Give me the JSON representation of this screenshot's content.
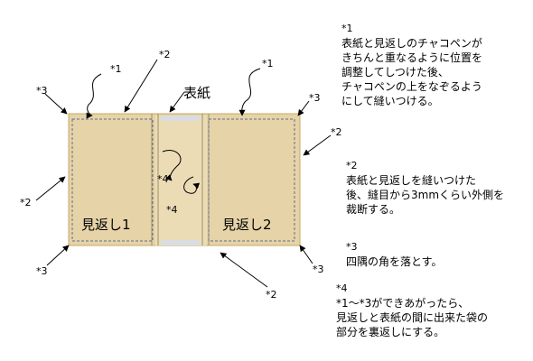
{
  "diagram": {
    "panel_left_label": "見返し1",
    "panel_right_label": "見返し2",
    "center_label": "表紙",
    "markers": {
      "m1": "*1",
      "m2": "*2",
      "m3": "*3",
      "m4": "*4"
    }
  },
  "notes": [
    {
      "marker": "*1",
      "lines": [
        "表紙と見返しのチャコペンが",
        "きちんと重なるように位置を",
        "調整してしつけた後、",
        "チャコペンの上をなぞるよう",
        "にして縫いつける。"
      ]
    },
    {
      "marker": "*2",
      "lines": [
        "表紙と見返しを縫いつけた",
        "後、縫目から3mmくらい外側を",
        "裁断する。"
      ]
    },
    {
      "marker": "*3",
      "lines": [
        "四隅の角を落とす。"
      ]
    },
    {
      "marker": "*4",
      "lines": [
        "*1～*3ができあがったら、",
        "見返しと表紙の間に出来た袋の",
        "部分を裏返しにする。"
      ]
    }
  ],
  "colors": {
    "panel": "#e6d3a8",
    "spine": "#f1e6c6",
    "stitch": "#5a6f8c",
    "fold": "#a08f6a",
    "edge": "#c9a866"
  }
}
